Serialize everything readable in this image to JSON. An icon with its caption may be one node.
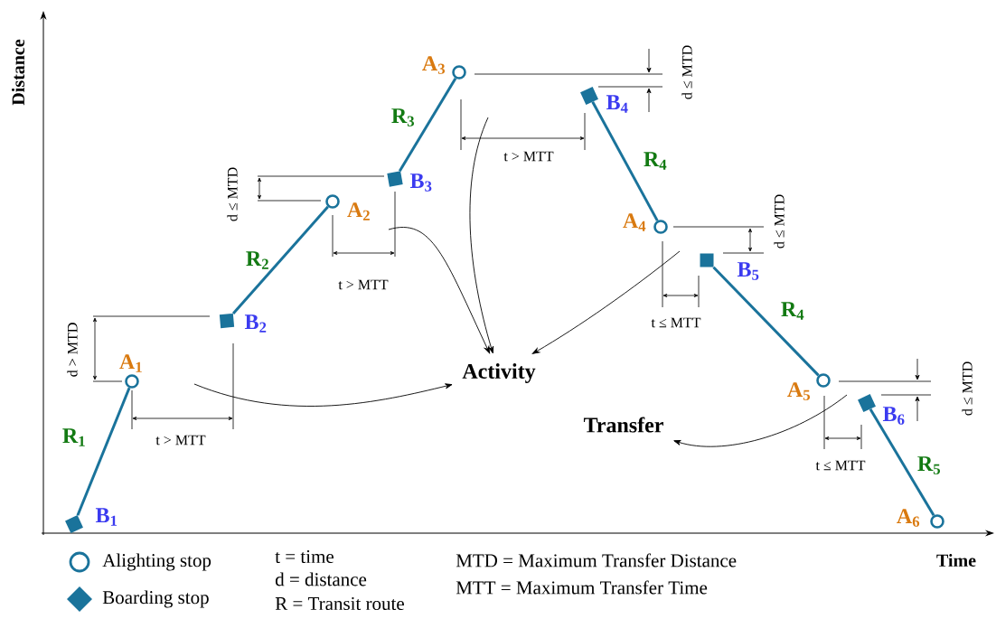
{
  "diagram": {
    "nodes": [
      {
        "text": [],
        "shape": "box",
        "beside": [
          "B$_{1}$"
        ]
      },
      {
        "text": [],
        "shape": "circle",
        "beside": [
          "A$_{1}$"
        ]
      },
      {
        "text": [],
        "shape": "box",
        "beside": [
          "B$_{2}$"
        ]
      },
      {
        "text": [],
        "shape": "circle",
        "beside": [
          "A$_{2}$"
        ]
      },
      {
        "text": [],
        "shape": "box",
        "beside": [
          "B$_{3}$"
        ]
      },
      {
        "text": [],
        "shape": "circle",
        "beside": [
          "A$_{3}$"
        ]
      },
      {
        "text": [],
        "shape": "box",
        "beside": [
          "B$_{4}$"
        ]
      },
      {
        "text": [],
        "shape": "circle",
        "beside": [
          "A$_{4}$"
        ]
      },
      {
        "text": [],
        "shape": "box",
        "beside": [
          "B$_{5}$"
        ]
      },
      {
        "text": [],
        "shape": "circle",
        "beside": [
          "A$_{5}$"
        ]
      },
      {
        "text": [],
        "shape": "box",
        "beside": [
          "B$_{6}$"
        ]
      },
      {
        "text": [],
        "shape": "circle",
        "beside": [
          "A$_{6}$"
        ]
      },
      {
        "text": [
          "Activity"
        ]
      },
      {
        "text": [
          "Transfer"
        ]
      }
    ],
    "edges": [
      {
        "from": 0,
        "to": 1,
        "arrow": "none",
        "label": "R$_{1}$"
      },
      {
        "from": 2,
        "to": 3,
        "arrow": "none",
        "label": "R$_{2}$"
      },
      {
        "from": 4,
        "to": 5,
        "arrow": "none",
        "label": "R$_{3}$"
      },
      {
        "from": 6,
        "to": 7,
        "arrow": "none",
        "label": "R$_{4}$"
      },
      {
        "from": 8,
        "to": 9,
        "arrow": "none",
        "label": "R$_{4}$"
      },
      {
        "from": 10,
        "to": 11,
        "arrow": "none",
        "label": "R$_{5}$"
      },
      {
        "from": null,
        "to": 12,
        "arrow": "to",
        "color": "#000000"
      },
      {
        "from": null,
        "to": 12,
        "arrow": "to",
        "color": "#000000"
      },
      {
        "from": null,
        "to": 12,
        "arrow": "to",
        "color": "#000000"
      },
      {
        "from": null,
        "to": 12,
        "arrow": "to",
        "color": "#000000"
      },
      {
        "from": null,
        "to": 13,
        "arrow": "to",
        "color": "#000000"
      }
    ],
    "labels": [
      "Distance",
      "d > MTD",
      "t > MTT",
      "d ≤ MTD",
      "t > MTT",
      "t > MTT",
      "d ≤ MTD",
      "d ≤ MTD",
      "t ≤ MTT",
      "d ≤ MTD",
      "t ≤ MTT",
      "t = time",
      "d = distance",
      "R = Transit route",
      "MTD = Maximum Transfer Distance",
      "MTT = Maximum Transfer Time",
      "Time"
    ],
    "legend": [
      {
        "text": "Alighting stop"
      },
      {
        "text": "Boarding stop"
      }
    ]
  }
}
